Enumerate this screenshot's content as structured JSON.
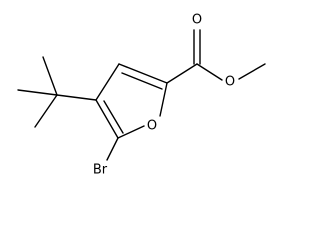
{
  "molecule": {
    "atoms": {
      "bromine": "Br",
      "ring_oxygen": "O",
      "carbonyl_oxygen": "O",
      "ester_oxygen": "O"
    }
  }
}
